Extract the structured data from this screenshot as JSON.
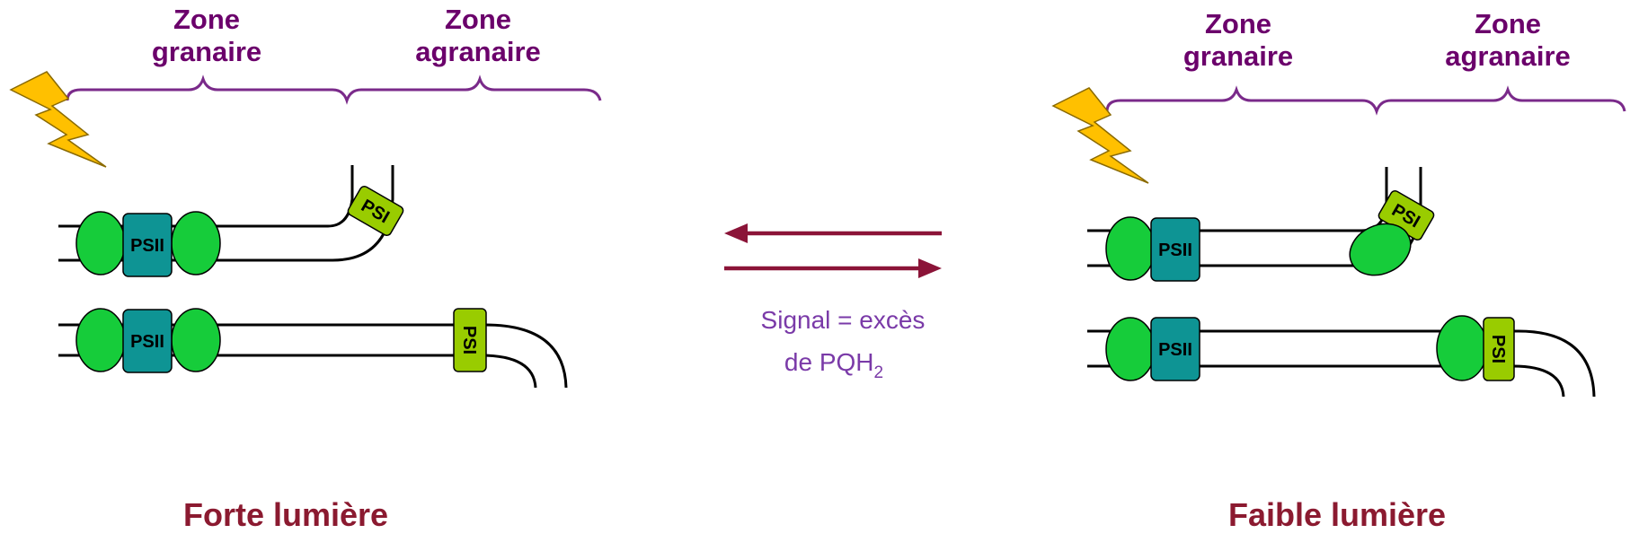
{
  "left_panel": {
    "zone1_line1": "Zone",
    "zone1_line2": "granaire",
    "zone2_line1": "Zone",
    "zone2_line2": "agranaire",
    "caption": "Forte lumière"
  },
  "right_panel": {
    "zone1_line1": "Zone",
    "zone1_line2": "granaire",
    "zone2_line1": "Zone",
    "zone2_line2": "agranaire",
    "caption": "Faible lumière"
  },
  "center": {
    "signal_line1": "Signal = excès",
    "signal_line2_prefix": "de PQH",
    "signal_line2_sub": "2"
  },
  "labels": {
    "psii": "PSII",
    "psi": "PSI"
  },
  "colors": {
    "brace": "#7a2a8a",
    "zone_text": "#6b006b",
    "caption": "#8b1a30",
    "signal_text": "#7a3aa8",
    "arrow": "#8b1438",
    "lhc_green": "#16cc3a",
    "psii_teal": "#0e9494",
    "psi_lime": "#99cc00",
    "lightning": "#ffc000"
  }
}
